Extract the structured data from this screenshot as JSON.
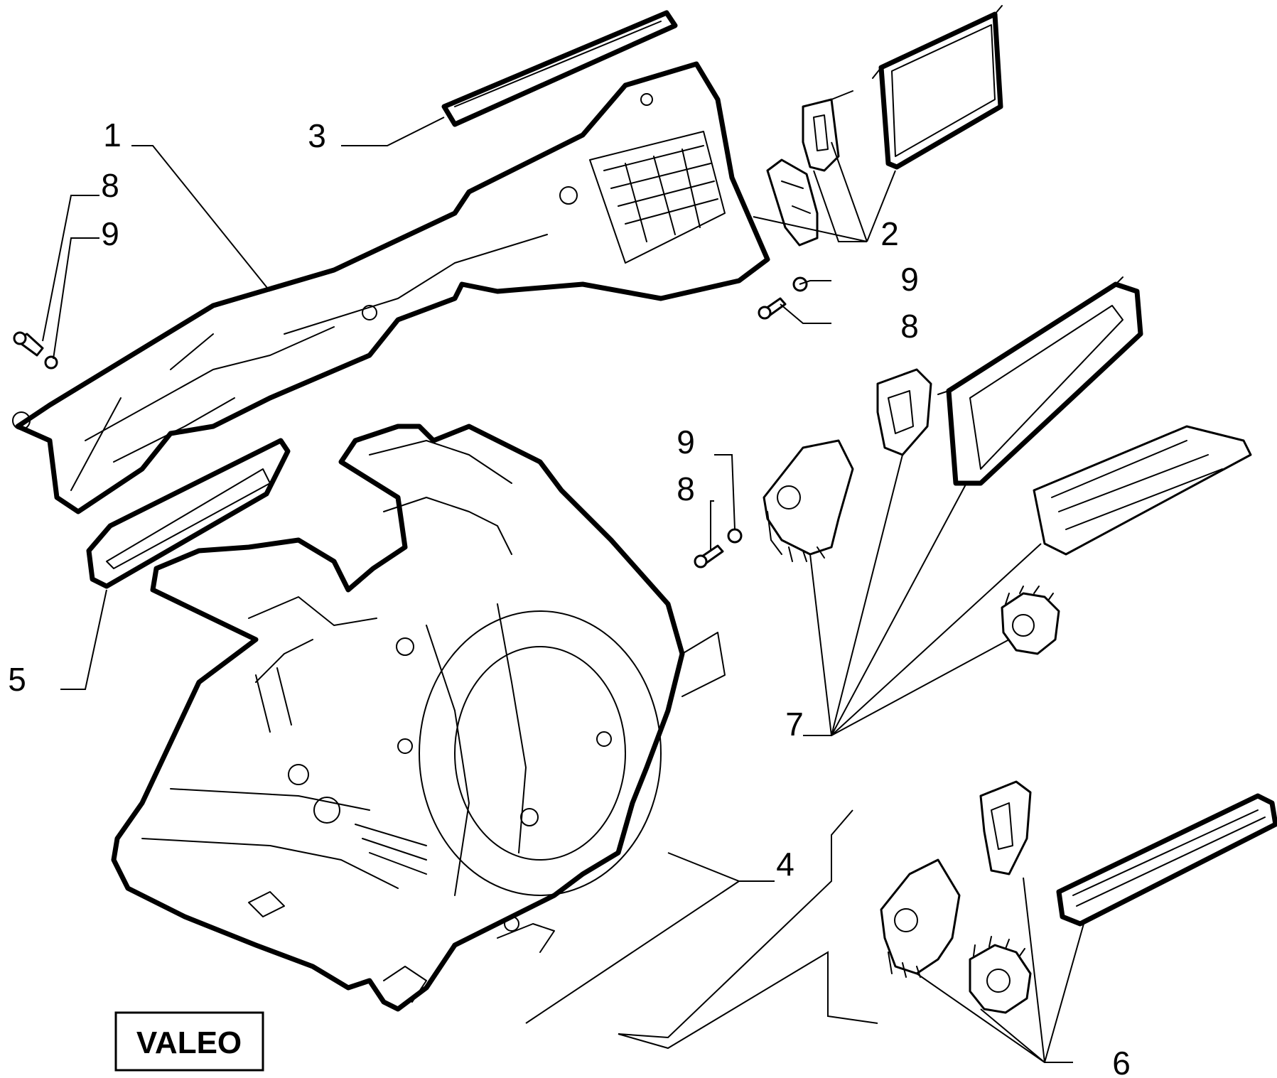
{
  "colors": {
    "ink": "#000000",
    "paper": "#ffffff"
  },
  "brand": {
    "label": "VALEO"
  },
  "callouts": {
    "c1": "1",
    "c2": "2",
    "c3": "3",
    "c4": "4",
    "c5": "5",
    "c6": "6",
    "c7": "7",
    "c8_top_left": "8",
    "c9_top_left": "9",
    "c9_right": "9",
    "c8_right": "8",
    "c9_middle": "9",
    "c8_middle": "8"
  }
}
